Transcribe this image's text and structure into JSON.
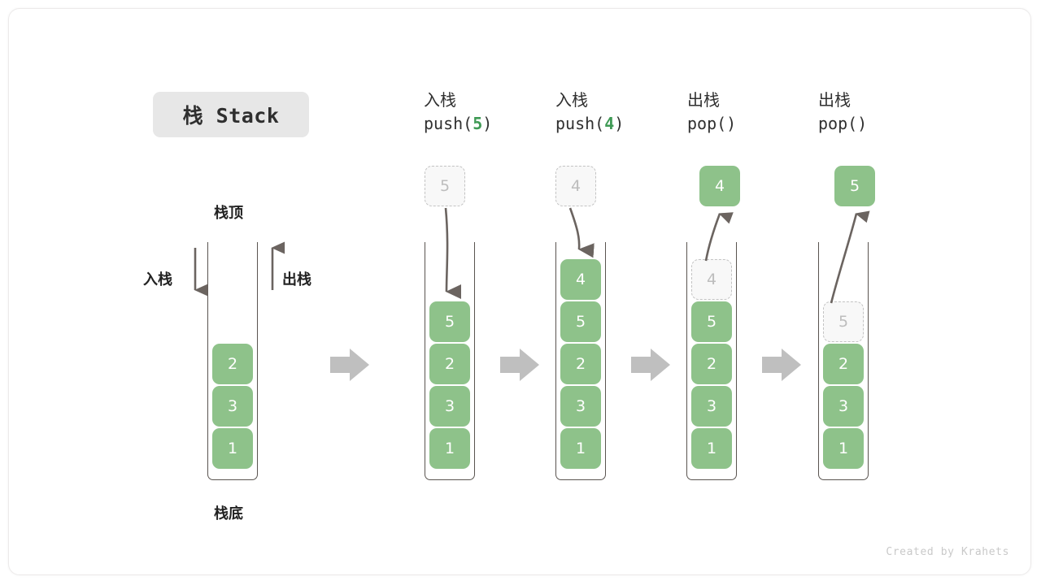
{
  "title": {
    "badge": "栈 Stack"
  },
  "labels": {
    "top": "栈顶",
    "bottom": "栈底",
    "push": "入栈",
    "pop": "出栈"
  },
  "credit": "Created by Krahets",
  "colors": {
    "cell_fill": "#8ec28a",
    "cell_text": "#ffffff",
    "ghost_fill": "#f8f8f8",
    "ghost_border": "#c3c3c3",
    "ghost_text": "#bdbdbd",
    "accent_green": "#3f9a55",
    "container_stroke": "#5a5450",
    "arrow_gray": "#6b6460",
    "flow_arrow": "#bfbfbf",
    "badge_bg": "#e7e7e7"
  },
  "steps": [
    {
      "id": "initial",
      "caption_cn": "",
      "caption_code": "",
      "code_accent": "",
      "floating": null,
      "ghost_in_stack": null,
      "cells": [
        "2",
        "3",
        "1"
      ]
    },
    {
      "id": "push-5",
      "caption_cn": "入栈",
      "caption_code_prefix": "push(",
      "code_accent": "5",
      "caption_code_suffix": ")",
      "floating": {
        "value": "5",
        "style": "ghost"
      },
      "ghost_in_stack": null,
      "cells": [
        "5",
        "2",
        "3",
        "1"
      ]
    },
    {
      "id": "push-4",
      "caption_cn": "入栈",
      "caption_code_prefix": "push(",
      "code_accent": "4",
      "caption_code_suffix": ")",
      "floating": {
        "value": "4",
        "style": "ghost"
      },
      "ghost_in_stack": null,
      "cells": [
        "4",
        "5",
        "2",
        "3",
        "1"
      ]
    },
    {
      "id": "pop-4",
      "caption_cn": "出栈",
      "caption_code_prefix": "pop(",
      "code_accent": "",
      "caption_code_suffix": ")",
      "floating": {
        "value": "4",
        "style": "solid"
      },
      "ghost_in_stack": {
        "value": "4"
      },
      "cells": [
        "5",
        "2",
        "3",
        "1"
      ]
    },
    {
      "id": "pop-5",
      "caption_cn": "出栈",
      "caption_code_prefix": "pop(",
      "code_accent": "",
      "caption_code_suffix": ")",
      "floating": {
        "value": "5",
        "style": "solid"
      },
      "ghost_in_stack": {
        "value": "5"
      },
      "cells": [
        "2",
        "3",
        "1"
      ]
    }
  ]
}
